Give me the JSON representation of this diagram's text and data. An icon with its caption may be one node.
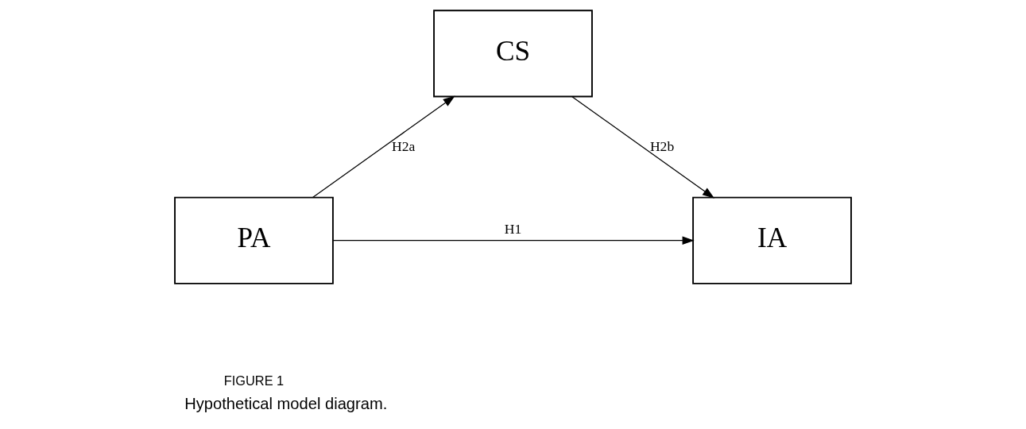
{
  "diagram": {
    "caption": "Hypothetical model diagram.",
    "nodes": [
      {
        "text": [
          "CS"
        ]
      },
      {
        "text": [
          "PA"
        ]
      },
      {
        "text": [
          "IA"
        ]
      }
    ],
    "edges": [
      {
        "from": 1,
        "to": 0,
        "arrow": "to",
        "label": "H2a"
      },
      {
        "from": 0,
        "to": 2,
        "arrow": "to",
        "label": "H2b"
      },
      {
        "from": 1,
        "to": 2,
        "arrow": "to",
        "label": "H1"
      }
    ],
    "labels": [
      "FIGURE 1"
    ]
  }
}
